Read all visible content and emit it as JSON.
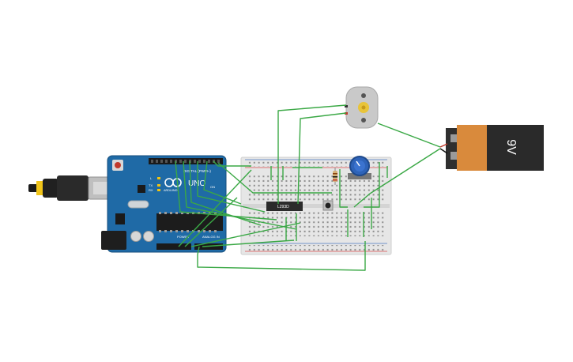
{
  "workspace": {
    "arduino": {
      "logo_text": "UNO",
      "brand_text": "ARDUINO",
      "digital_label": "DIGITAL (PWM~)",
      "power_label": "POWER",
      "analog_label": "ANALOG IN",
      "tx_label": "TX",
      "rx_label": "RX",
      "l_label": "L",
      "on_label": "ON"
    },
    "chip": {
      "label": "L293D"
    },
    "battery": {
      "label": "9V"
    },
    "colors": {
      "wire": "#3aa845",
      "board": "#1f6aa6",
      "breadboard": "#e6e6e6",
      "battery_body": "#d98a3c",
      "battery_cap": "#2f2f2f",
      "motor": "#c9c9c9",
      "motor_shaft": "#e8c43a",
      "pot": "#2e63b8"
    }
  }
}
